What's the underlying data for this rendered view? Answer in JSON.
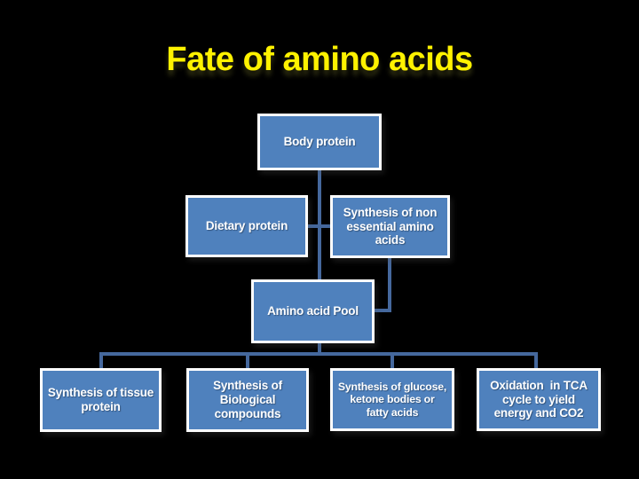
{
  "slide": {
    "title": "Fate of amino acids",
    "colors": {
      "bg": "#000000",
      "box_fill": "#4f81bd",
      "box_border": "#ffffff",
      "connector": "#45689d",
      "title_color": "#fff200",
      "box_text": "#ffffff"
    }
  },
  "diagram": {
    "nodes": {
      "body_protein": {
        "label": "Body protein"
      },
      "dietary_protein": {
        "label": "Dietary protein"
      },
      "synthesis_non_essential": {
        "label": "Synthesis of non\nessential amino\nacids"
      },
      "amino_acid_pool": {
        "label": "Amino acid Pool"
      },
      "synthesis_tissue_protein": {
        "label": "Synthesis of tissue\nprotein"
      },
      "synthesis_biological_compounds": {
        "label": "Synthesis of\nBiological\ncompounds"
      },
      "synthesis_glucose_ketone_fatty": {
        "label": "Synthesis of glucose,\nketone bodies or\nfatty acids"
      },
      "oxidation_tca": {
        "label": "Oxidation  in TCA\ncycle to yield\nenergy and CO2"
      }
    }
  }
}
